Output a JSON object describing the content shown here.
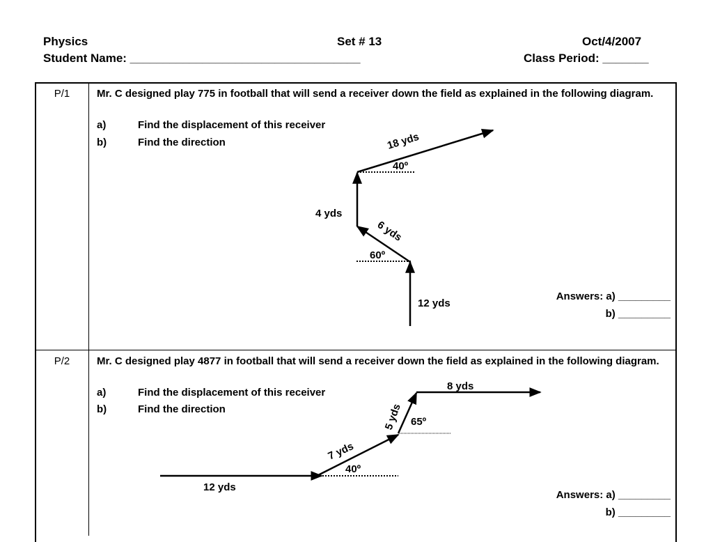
{
  "header": {
    "subject": "Physics",
    "set": "Set # 13",
    "date": "Oct/4/2007",
    "student_name": "Student Name: ___________________________________",
    "class_period": "Class Period: _______"
  },
  "problems": [
    {
      "number": "P/1",
      "prompt": "Mr. C designed play 775 in football that will send a receiver down the field as explained in the following diagram.",
      "part_a_letter": "a)",
      "part_a": "Find the displacement of this receiver",
      "part_b_letter": "b)",
      "part_b": "Find the direction",
      "answer_a": "Answers: a) _________",
      "answer_b": "b) _________",
      "diagram": {
        "seg1": "12 yds",
        "angle1": "60º",
        "seg2": "6 yds",
        "seg3": "4 yds",
        "angle2": "40º",
        "seg4": "18 yds"
      }
    },
    {
      "number": "P/2",
      "prompt": "Mr. C designed  play 4877 in football that will send a receiver down the field as explained in the following diagram.",
      "part_a_letter": "a)",
      "part_a": "Find the displacement of this receiver",
      "part_b_letter": "b)",
      "part_b": "Find the direction",
      "answer_a": "Answers: a) _________",
      "answer_b": "b) _________",
      "diagram": {
        "seg1": "12 yds",
        "seg2": "7 yds",
        "angle1": "40º",
        "seg3": "5 yds",
        "angle2": "65º",
        "seg4": "8 yds"
      }
    }
  ]
}
